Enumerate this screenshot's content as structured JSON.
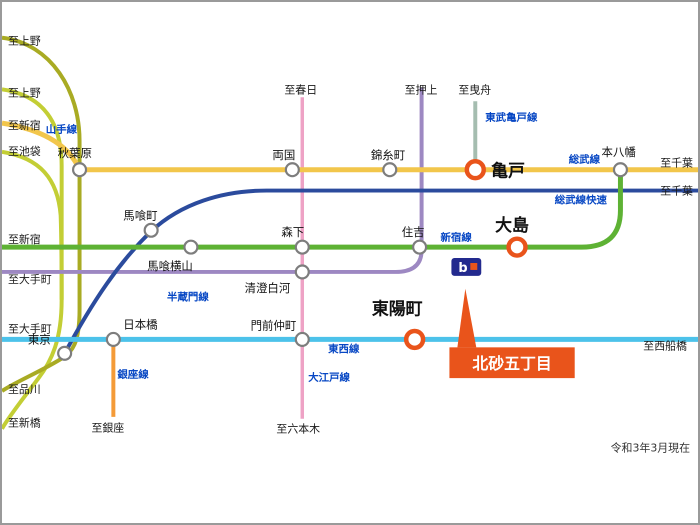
{
  "colors": {
    "yamanote": "#a9ab23",
    "keihin_tohoku": "#c3ce35",
    "sobu": "#f2c64b",
    "sobu_rapid": "#2b4b9d",
    "shinjuku": "#5eb234",
    "hanzomon": "#9d88c2",
    "oedo": "#eea2c5",
    "tozai": "#4cc2ea",
    "ginza": "#f49b38",
    "tobu_kameido": "#a5bdb0",
    "accent": "#e9541b",
    "line_label": "#0747c4",
    "station_ring": "#7d7d7d",
    "logo_bg": "#232a8e"
  },
  "lines": {
    "yamanote": "山手線",
    "tobu_kameido": "東武亀戸線",
    "sobu": "総武線",
    "sobu_rapid": "総武線快速",
    "shinjuku": "新宿線",
    "hanzomon": "半蔵門線",
    "tozai": "東西線",
    "ginza": "銀座線",
    "oedo": "大江戸線"
  },
  "stations": {
    "akihabara": "秋葉原",
    "ryogoku": "両国",
    "kinshicho": "錦糸町",
    "kameido": "亀戸",
    "motoyawata": "本八幡",
    "bakurocho": "馬喰町",
    "bakuroyokoyama": "馬喰横山",
    "morishita": "森下",
    "sumiyoshi": "住吉",
    "ojima": "大島",
    "kiyosumi_shirakawa": "清澄白河",
    "monzen_nakacho": "門前仲町",
    "toyocho": "東陽町",
    "nihombashi": "日本橋",
    "tokyo": "東京"
  },
  "directions": {
    "ueno_1": "至上野",
    "ueno_2": "至上野",
    "shinjuku_jr": "至新宿",
    "ikebukuro": "至池袋",
    "shinjuku_toei": "至新宿",
    "otemachi_hanzomon": "至大手町",
    "otemachi_tozai": "至大手町",
    "shinagawa": "至品川",
    "shimbashi": "至新橋",
    "kasuga": "至春日",
    "oshiage": "至押上",
    "hikifune": "至曳舟",
    "chiba_sobu": "至千葉",
    "chiba_rapid": "至千葉",
    "nishi_funabashi": "至西船橋",
    "ginza": "至銀座",
    "roppongi": "至六本木"
  },
  "destination": {
    "name": "北砂五丁目"
  },
  "logo": {
    "text": "b"
  },
  "footer": {
    "date_note": "令和3年3月現在"
  }
}
